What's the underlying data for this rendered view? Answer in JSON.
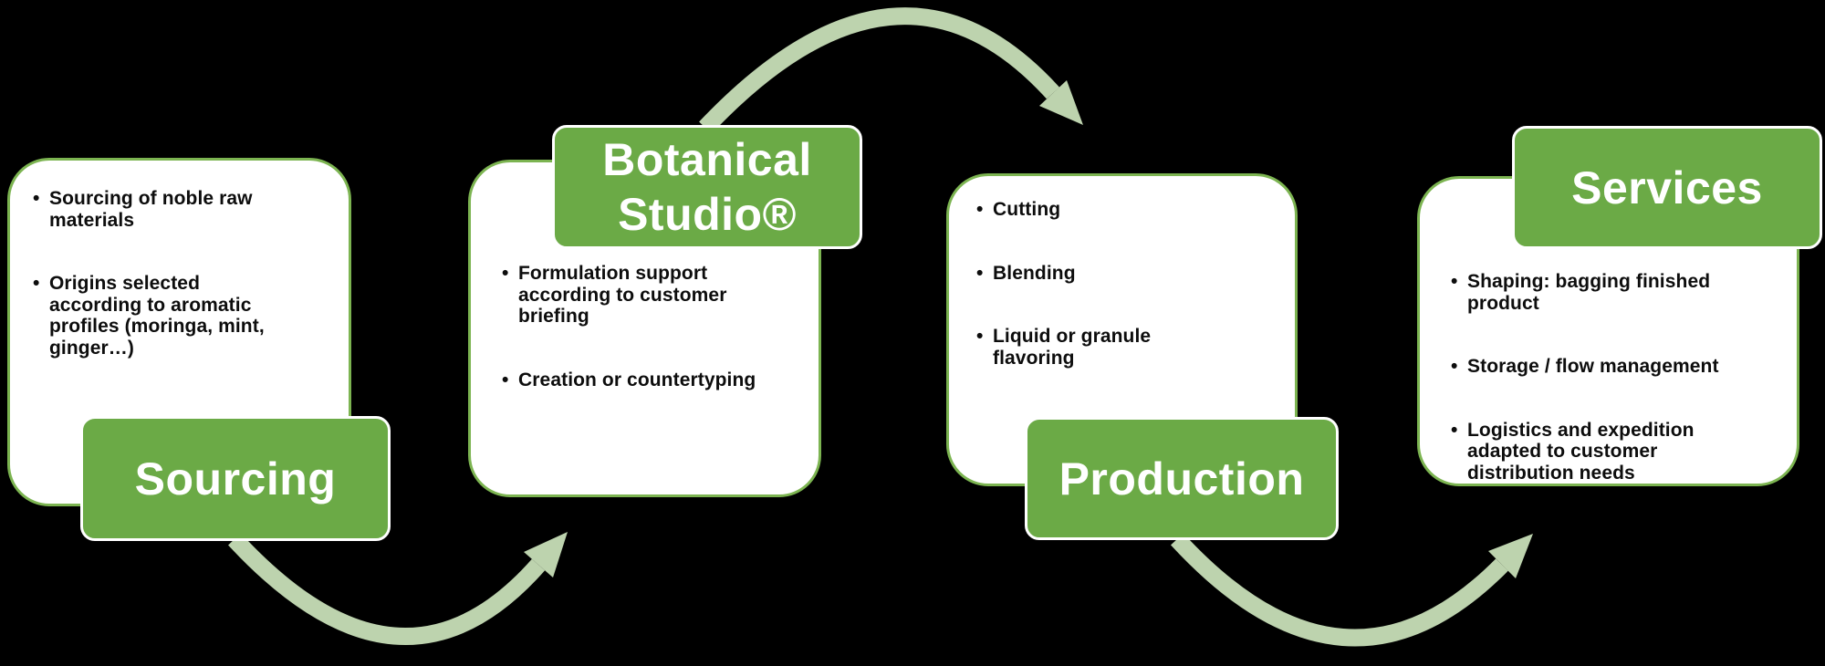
{
  "colors": {
    "label_green": "#6baa46",
    "arrow_green": "#bdd3ae",
    "card_border": "#7cb451",
    "card_bg": "#ffffff",
    "text_dark": "#0d0d0d",
    "label_text": "#ffffff",
    "background": "#000000"
  },
  "glyphs": {
    "bullet_char": "•"
  },
  "stages": [
    {
      "id": "sourcing",
      "label": "Sourcing",
      "label_position": "bottom",
      "bullets": [
        "Sourcing of noble raw\nmaterials",
        "Origins selected\naccording to aromatic\nprofiles (moringa, mint,\nginger…)"
      ]
    },
    {
      "id": "botanical-studio",
      "label": "Botanical\nStudio®",
      "label_position": "top",
      "bullets": [
        "Formulation support\naccording to customer\nbriefing",
        "Creation or countertyping"
      ]
    },
    {
      "id": "production",
      "label": "Production",
      "label_position": "bottom",
      "bullets": [
        "Cutting",
        "Blending",
        "Liquid or granule\nflavoring"
      ]
    },
    {
      "id": "services",
      "label": "Services",
      "label_position": "top",
      "bullets": [
        "Shaping: bagging finished\nproduct",
        "Storage / flow management",
        "Logistics and expedition\nadapted to customer\ndistribution needs"
      ]
    }
  ],
  "arrows": [
    {
      "from": "sourcing",
      "to": "botanical-studio",
      "shape": "arc-below"
    },
    {
      "from": "botanical-studio",
      "to": "production",
      "shape": "arc-above"
    },
    {
      "from": "production",
      "to": "services",
      "shape": "arc-below"
    }
  ]
}
